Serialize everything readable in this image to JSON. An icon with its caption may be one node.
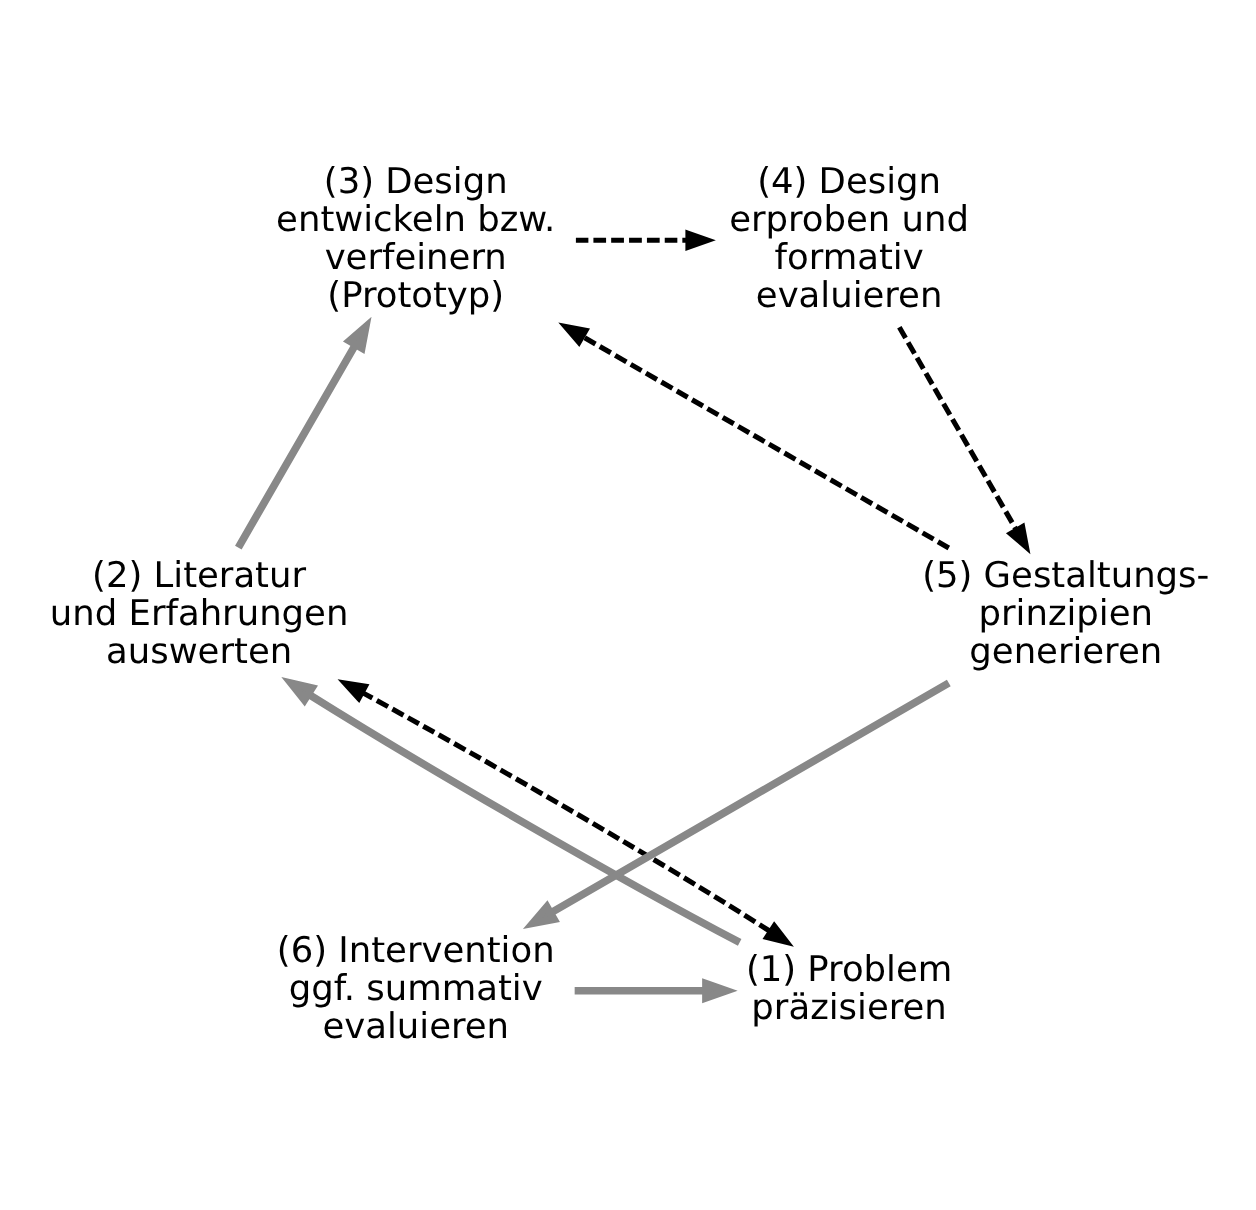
{
  "diagram": {
    "nodes": [
      {
        "text": [
          "(1) Problem präzisieren"
        ]
      },
      {
        "text": [
          "(2) Literatur und Erfahrungen auswerten"
        ]
      },
      {
        "text": [
          "(3) Design entwickeln bzw. verfeinern (Prototyp)"
        ]
      },
      {
        "text": [
          "(4) Design erproben und formativ evaluieren"
        ]
      },
      {
        "text": [
          "(5) Gestaltungs-prinzipien generieren"
        ]
      },
      {
        "text": [
          "(6) Intervention ggf. summativ evaluieren"
        ]
      }
    ],
    "edges": [
      {
        "from": 0,
        "to": 1,
        "arrow": "to"
      },
      {
        "from": 0,
        "to": 1,
        "arrow": "both",
        "style": "dashed",
        "color": "#000000"
      },
      {
        "from": 1,
        "to": 2,
        "arrow": "to"
      },
      {
        "from": 2,
        "to": 3,
        "arrow": "to",
        "style": "dashed",
        "color": "#000000"
      },
      {
        "from": 3,
        "to": 4,
        "arrow": "to",
        "style": "dashed",
        "color": "#000000"
      },
      {
        "from": 4,
        "to": 5,
        "arrow": "to"
      },
      {
        "from": 5,
        "to": 0,
        "arrow": "to"
      },
      {
        "from": 4,
        "to": 2,
        "arrow": "to",
        "style": "dashed",
        "color": "#000000"
      }
    ]
  }
}
